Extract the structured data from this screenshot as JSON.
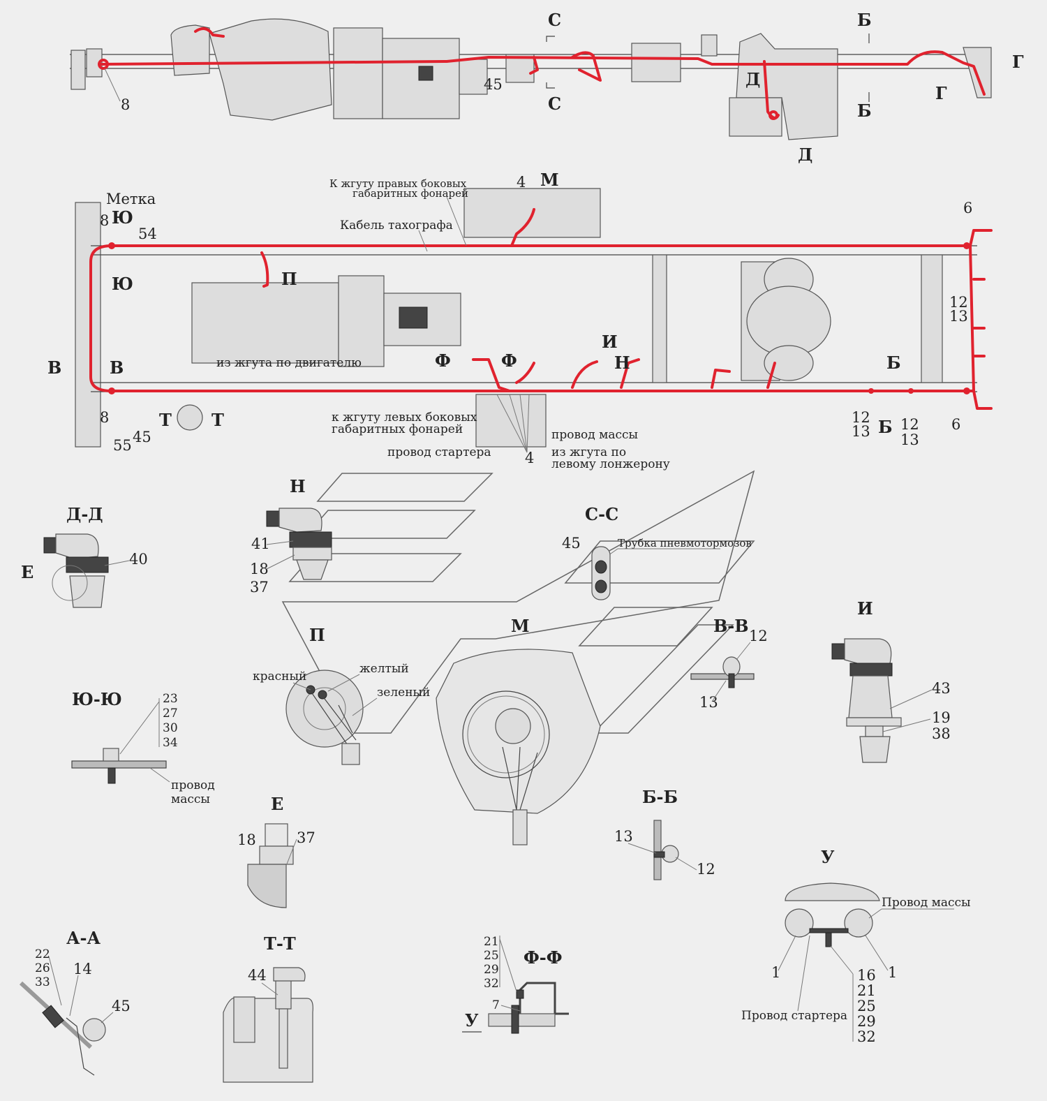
{
  "top_view": {
    "labels": {
      "pos8": "8",
      "pos45": "45",
      "sec_c": "С",
      "sec_b": "Б",
      "sec_d": "Д",
      "sec_g": "Г"
    }
  },
  "plan_view": {
    "labels": {
      "metka": "Метка",
      "yu": "Ю",
      "p": "П",
      "pos8": "8",
      "pos54": "54",
      "pos55": "55",
      "pos45": "45",
      "pos4": "4",
      "pos6": "6",
      "pos12": "12",
      "pos13": "13",
      "m": "М",
      "i": "И",
      "n": "Н",
      "f": "Ф",
      "v": "В",
      "t": "Т",
      "b": "Б",
      "right_lamps_1": "К жгуту правых боковых",
      "right_lamps_2": "габаритных фонарей",
      "tacho_cable": "Кабель тахографа",
      "from_engine": "из жгута по двигателю",
      "left_lamps_1": "к жгуту левых боковых",
      "left_lamps_2": "габаритных фонарей",
      "starter_wire": "провод стартера",
      "ground_wire": "провод массы",
      "left_member_1": "из жгута по",
      "left_member_2": "левому лонжерону"
    }
  },
  "details": {
    "n_view": {
      "title": "Н",
      "p41": "41",
      "p18": "18",
      "p37": "37"
    },
    "dd_view": {
      "title": "Д-Д",
      "e": "Е",
      "p40": "40"
    },
    "cc_section": {
      "title": "С-С",
      "p45": "45",
      "tube": "Трубка пневмотормозов"
    },
    "p_view": {
      "title": "П",
      "red": "красный",
      "yellow": "желтый",
      "green": "зеленый"
    },
    "m_view": {
      "title": "М"
    },
    "vv_section": {
      "title": "В-В",
      "p12": "12",
      "p13": "13"
    },
    "i_view": {
      "title": "И",
      "p43": "43",
      "p19": "19",
      "p38": "38"
    },
    "yuyu_section": {
      "title": "Ю-Ю",
      "p23": "23",
      "p27": "27",
      "p30": "30",
      "p34": "34",
      "ground_1": "провод",
      "ground_2": "массы"
    },
    "e_view": {
      "title": "Е",
      "p18": "18",
      "p37": "37"
    },
    "bb_section": {
      "title": "Б-Б",
      "p13": "13",
      "p12": "12"
    },
    "u_view": {
      "title": "У",
      "ground": "Провод массы",
      "starter": "Провод стартера",
      "p1": "1",
      "p16": "16",
      "p21": "21",
      "p25": "25",
      "p29": "29",
      "p32": "32"
    },
    "aa_section": {
      "title": "А-А",
      "p22": "22",
      "p26": "26",
      "p33": "33",
      "p14": "14",
      "p45": "45"
    },
    "tt_section": {
      "title": "Т-Т",
      "p44": "44"
    },
    "ff_section": {
      "title": "Ф-Ф",
      "p21": "21",
      "p25": "25",
      "p29": "29",
      "p32": "32",
      "p7": "7",
      "u": "У"
    }
  },
  "colors": {
    "wire": "#e0222e",
    "background": "#efefef",
    "ink": "#222222"
  }
}
